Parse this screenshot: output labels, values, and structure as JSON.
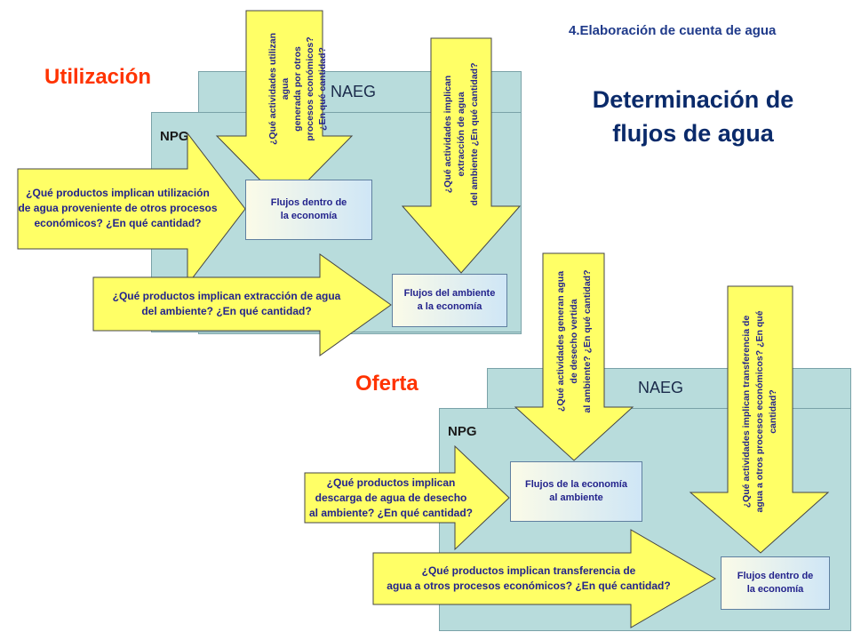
{
  "header": {
    "section_label": "4.Elaboración de cuenta de agua",
    "title_line1": "Determinación de",
    "title_line2": "flujos de agua"
  },
  "utilizacion": {
    "heading": "Utilización",
    "naeg_label": "NAEG",
    "npg_label": "NPG",
    "box_economia": "Flujos dentro de\nla economía",
    "box_ambiente": "Flujos del ambiente\na la economía",
    "q_otros_procesos": "¿Qué productos implican utilización\nde agua proveniente de otros procesos\neconómicos? ¿En qué cantidad?",
    "q_extraccion": "¿Qué productos implican extracción de agua\ndel ambiente? ¿En qué cantidad?",
    "q_actividades_utilizan": "¿Qué actividades utilizan\nagua\ngenerada por otros\nprocesos económicos?\n¿En qué cantidad?",
    "q_actividades_extraccion": "¿Qué actividades implican\nextracción de agua\ndel ambiente ¿En qué cantidad?"
  },
  "oferta": {
    "heading": "Oferta",
    "naeg_label": "NAEG",
    "npg_label": "NPG",
    "box_al_ambiente": "Flujos de la economía\nal ambiente",
    "box_economia": "Flujos dentro de\nla economía",
    "q_descarga": "¿Qué productos implican\ndescarga de agua de desecho\nal ambiente? ¿En qué cantidad?",
    "q_transferencia": "¿Qué productos implican transferencia de\nagua a otros procesos económicos? ¿En qué cantidad?",
    "q_actividades_desecho": "¿Qué actividades generan agua\nde desecho vertida\nal ambiente? ¿En qué cantidad?",
    "q_actividades_transferencia": "¿Qué actividades implican transferencia de\nagua a otros procesos económicos? ¿En qué\ncantidad?"
  },
  "colors": {
    "panel": "#b8dcdc",
    "arrow_fill": "#ffff66",
    "heading_red": "#ff3300",
    "text_navy": "#23238c"
  }
}
